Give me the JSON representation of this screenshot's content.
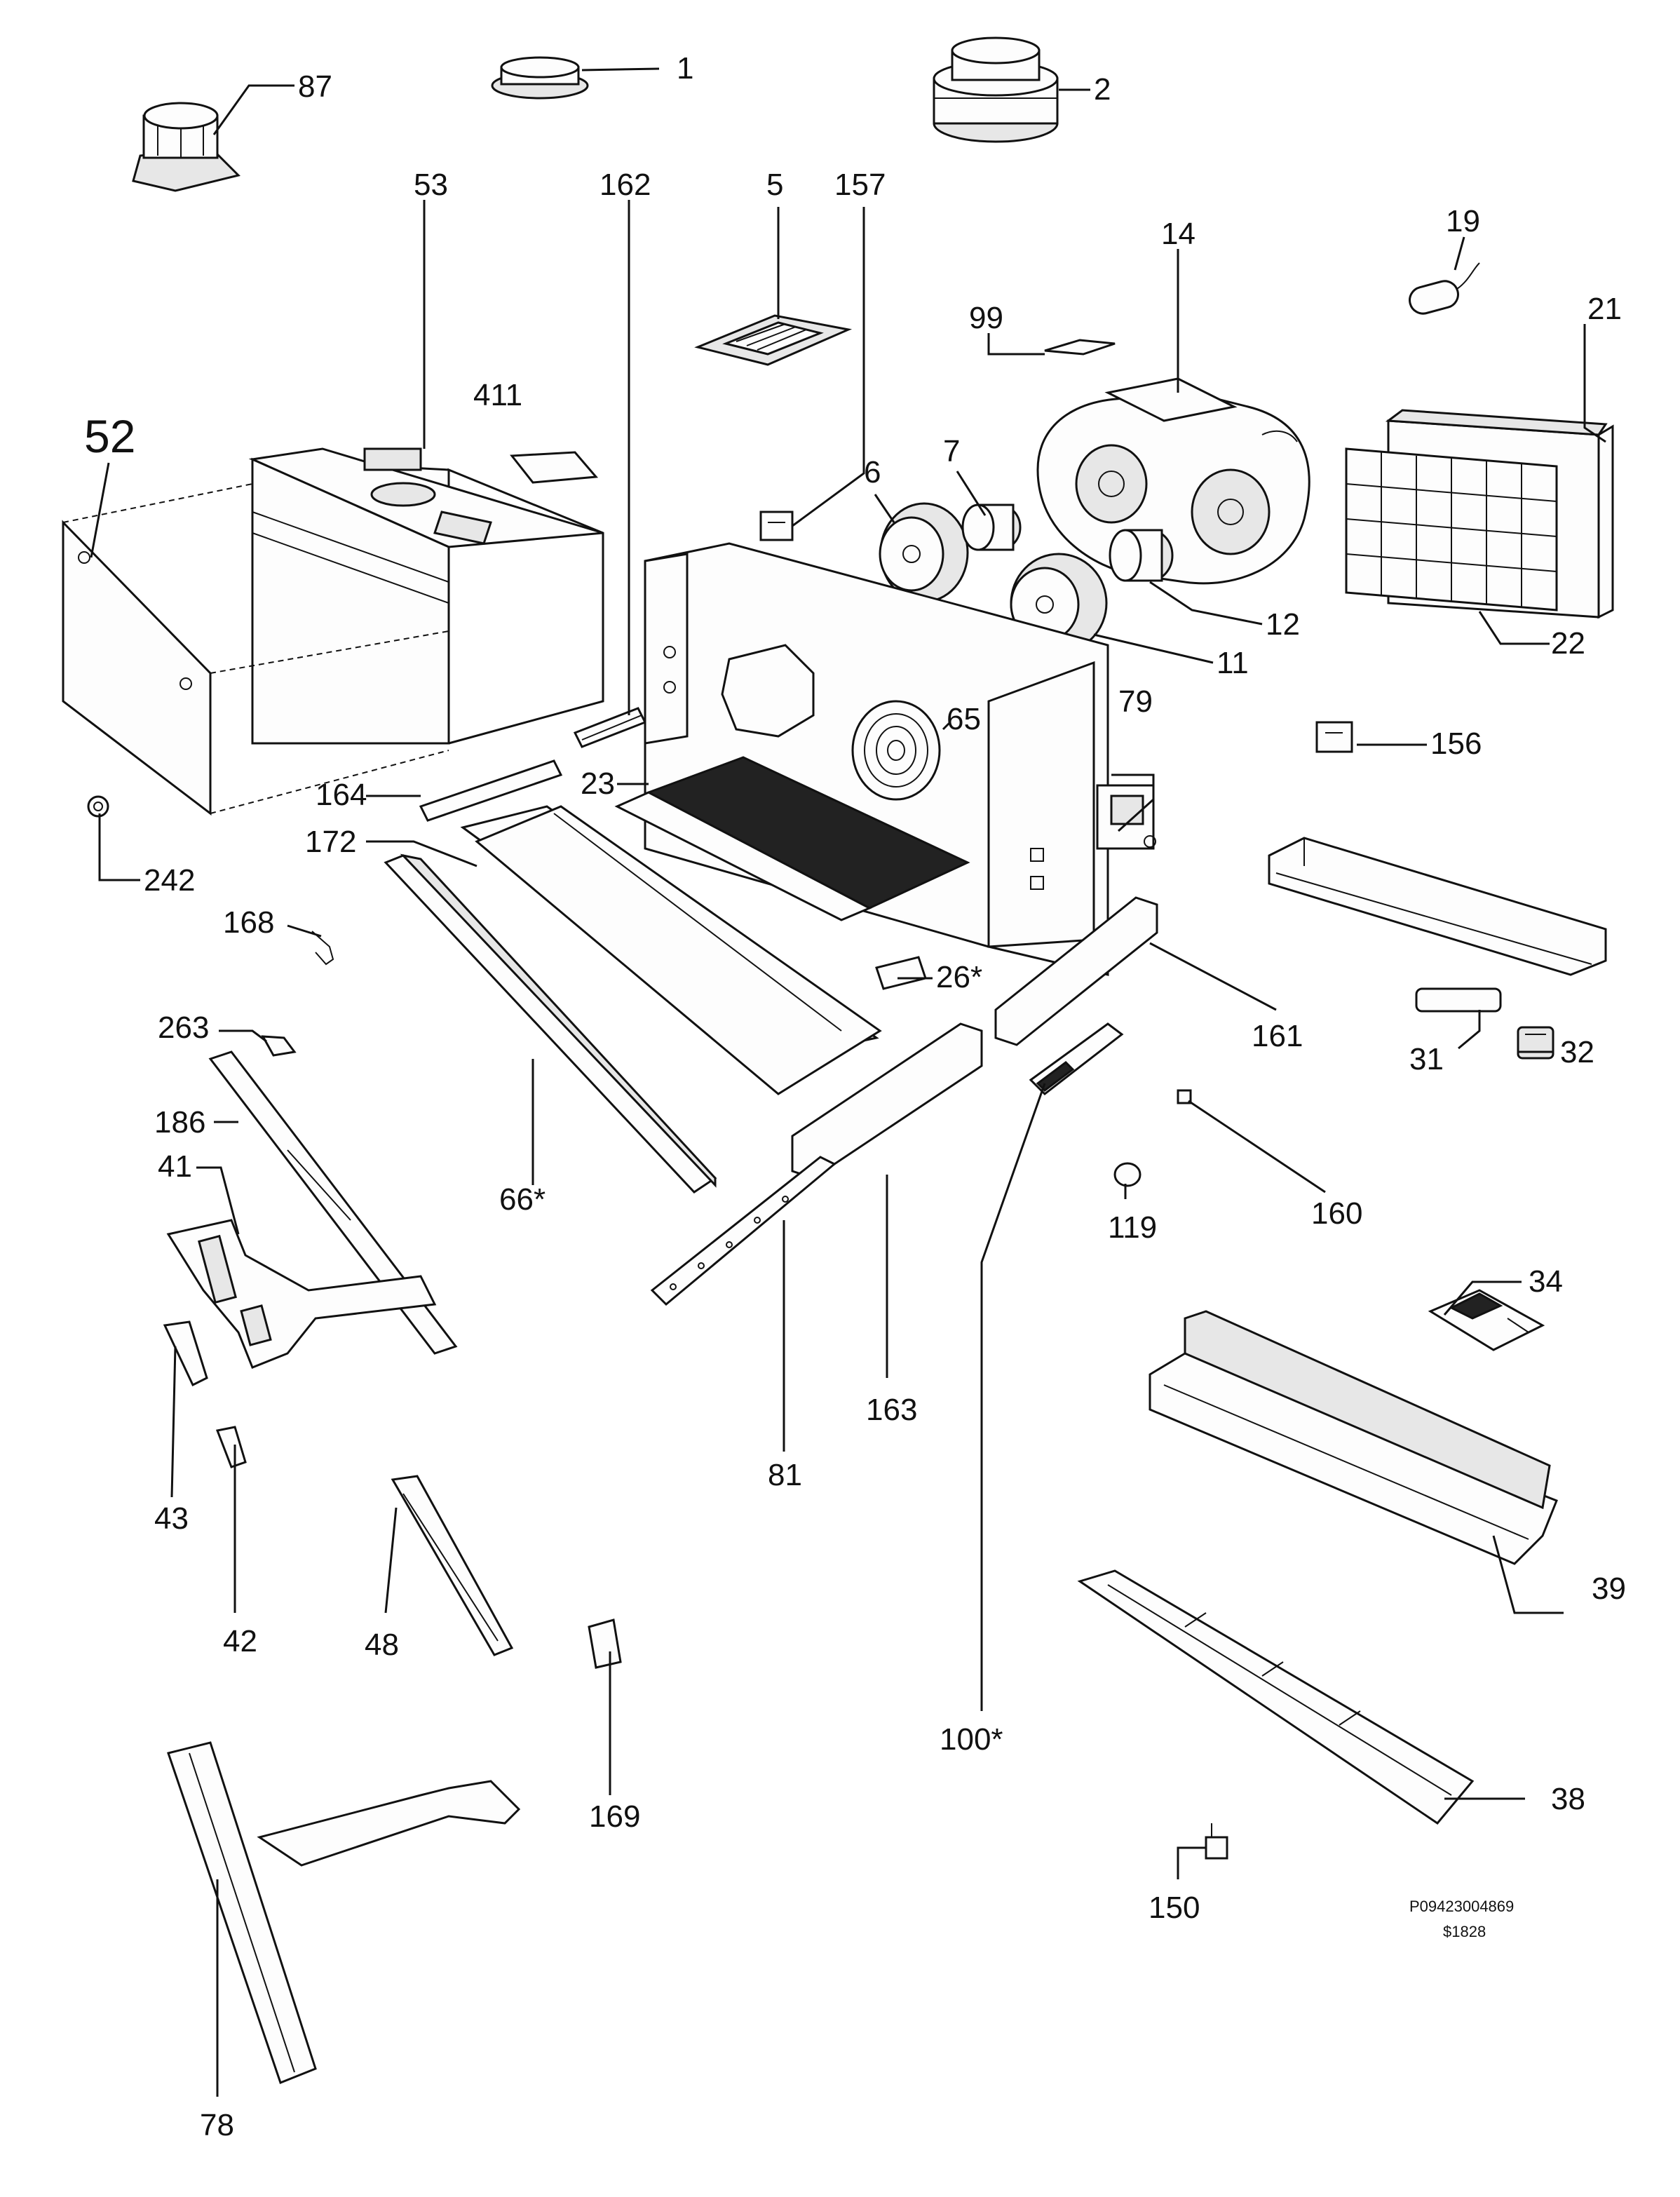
{
  "parts": [
    {
      "id": "p1",
      "label": "1"
    },
    {
      "id": "p2",
      "label": "2"
    },
    {
      "id": "p87",
      "label": "87"
    },
    {
      "id": "p53",
      "label": "53"
    },
    {
      "id": "p162",
      "label": "162"
    },
    {
      "id": "p5",
      "label": "5"
    },
    {
      "id": "p157",
      "label": "157"
    },
    {
      "id": "p14",
      "label": "14"
    },
    {
      "id": "p19",
      "label": "19"
    },
    {
      "id": "p99",
      "label": "99"
    },
    {
      "id": "p21",
      "label": "21"
    },
    {
      "id": "p411",
      "label": "411"
    },
    {
      "id": "p52",
      "label": "52"
    },
    {
      "id": "p6",
      "label": "6"
    },
    {
      "id": "p7",
      "label": "7"
    },
    {
      "id": "p12",
      "label": "12"
    },
    {
      "id": "p22",
      "label": "22"
    },
    {
      "id": "p11",
      "label": "11"
    },
    {
      "id": "p65",
      "label": "65"
    },
    {
      "id": "p79",
      "label": "79"
    },
    {
      "id": "p156",
      "label": "156"
    },
    {
      "id": "p23",
      "label": "23"
    },
    {
      "id": "p164",
      "label": "164"
    },
    {
      "id": "p172",
      "label": "172"
    },
    {
      "id": "p242",
      "label": "242"
    },
    {
      "id": "p168",
      "label": "168"
    },
    {
      "id": "p26",
      "label": "26*"
    },
    {
      "id": "p161",
      "label": "161"
    },
    {
      "id": "p31",
      "label": "31"
    },
    {
      "id": "p32",
      "label": "32"
    },
    {
      "id": "p263",
      "label": "263"
    },
    {
      "id": "p186",
      "label": "186"
    },
    {
      "id": "p41",
      "label": "41"
    },
    {
      "id": "p66",
      "label": "66*"
    },
    {
      "id": "p119",
      "label": "119"
    },
    {
      "id": "p160",
      "label": "160"
    },
    {
      "id": "p34",
      "label": "34"
    },
    {
      "id": "p163",
      "label": "163"
    },
    {
      "id": "p81",
      "label": "81"
    },
    {
      "id": "p43",
      "label": "43"
    },
    {
      "id": "p42",
      "label": "42"
    },
    {
      "id": "p48",
      "label": "48"
    },
    {
      "id": "p39",
      "label": "39"
    },
    {
      "id": "p169",
      "label": "169"
    },
    {
      "id": "p100",
      "label": "100*"
    },
    {
      "id": "p38",
      "label": "38"
    },
    {
      "id": "p150",
      "label": "150"
    },
    {
      "id": "p78",
      "label": "78"
    }
  ],
  "reference": {
    "code": "P09423004869",
    "sheet": "$1828"
  }
}
